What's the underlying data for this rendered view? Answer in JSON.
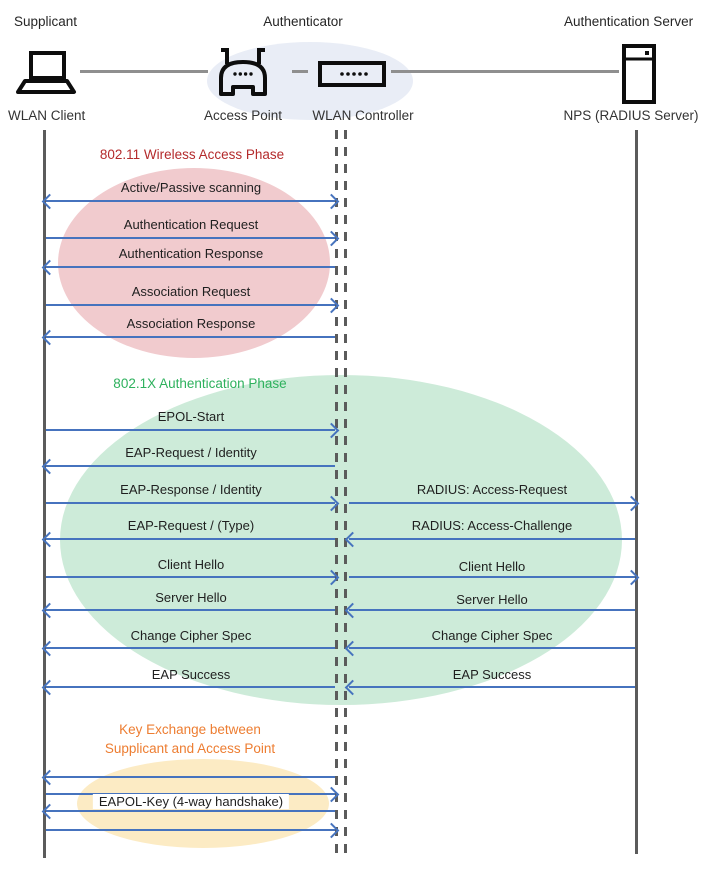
{
  "actors": {
    "supplicant": {
      "role": "Supplicant",
      "label": "WLAN Client"
    },
    "authenticator": {
      "role": "Authenticator",
      "ap_label": "Access Point",
      "controller_label": "WLAN Controller"
    },
    "server": {
      "role": "Authentication Server",
      "label": "NPS (RADIUS Server)"
    }
  },
  "colors": {
    "arrow": "#4673be",
    "phase1_title": "#b42b2c",
    "phase2_title": "#2eb15d",
    "phase3_title": "#ed7d31",
    "phase1_fill": "#f1cbce",
    "phase2_fill": "#cdebd9",
    "phase3_fill": "#fcebc4",
    "authenticator_fill": "#e9edf6"
  },
  "phases": [
    {
      "title": "802.11 Wireless Access Phase",
      "messages": [
        {
          "label": "Active/Passive scanning",
          "direction": "both"
        },
        {
          "label": "Authentication Request",
          "direction": "right"
        },
        {
          "label": "Authentication Response",
          "direction": "left"
        },
        {
          "label": "Association Request",
          "direction": "right"
        },
        {
          "label": "Association Response",
          "direction": "left"
        }
      ]
    },
    {
      "title": "802.1X Authentication Phase",
      "messages": [
        {
          "label": "EPOL-Start",
          "direction": "right"
        },
        {
          "label": "EAP-Request / Identity",
          "direction": "left"
        },
        {
          "label": "EAP-Response / Identity",
          "direction": "right",
          "right_label": "RADIUS: Access-Request",
          "right_direction": "right"
        },
        {
          "label": "EAP-Request / (Type)",
          "direction": "left",
          "right_label": "RADIUS: Access-Challenge",
          "right_direction": "left"
        },
        {
          "label": "Client Hello",
          "direction": "right",
          "right_label": "Client Hello",
          "right_direction": "right"
        },
        {
          "label": "Server Hello",
          "direction": "left",
          "right_label": "Server Hello",
          "right_direction": "left"
        },
        {
          "label": "Change Cipher Spec",
          "direction": "left",
          "right_label": "Change Cipher Spec",
          "right_direction": "left"
        },
        {
          "label": "EAP Success",
          "direction": "left",
          "right_label": "EAP Success",
          "right_direction": "left"
        }
      ]
    },
    {
      "title": "Key Exchange between Supplicant and Access Point",
      "title_lines": [
        "Key Exchange between",
        "Supplicant and Access Point"
      ],
      "messages": [
        {
          "label": "",
          "direction": "left"
        },
        {
          "label": "",
          "direction": "right"
        },
        {
          "label": "EAPOL-Key (4-way handshake)",
          "direction": "left"
        },
        {
          "label": "",
          "direction": "right"
        }
      ]
    }
  ]
}
